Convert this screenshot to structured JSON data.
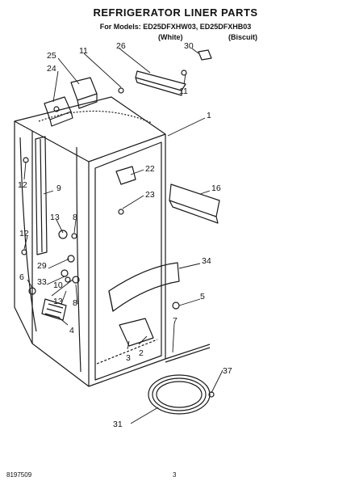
{
  "header": {
    "title": "REFRIGERATOR LINER PARTS",
    "models_label": "For Models: ED25DFXHW03, ED25DFXHB03",
    "variant_white": "(White)",
    "variant_biscuit": "(Biscuit)"
  },
  "callouts": [
    "30",
    "26",
    "11",
    "25",
    "24",
    "11",
    "1",
    "12",
    "22",
    "9",
    "16",
    "23",
    "13",
    "8",
    "12",
    "34",
    "29",
    "6",
    "33",
    "10",
    "5",
    "13",
    "8",
    "7",
    "4",
    "3",
    "2",
    "37",
    "31"
  ],
  "footer": {
    "doc_number": "8197509",
    "page_number": "3"
  }
}
